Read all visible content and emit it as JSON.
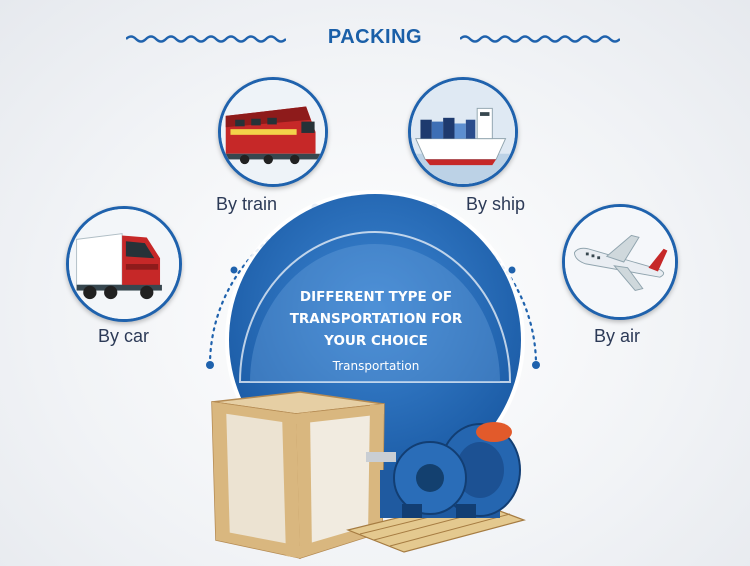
{
  "header": {
    "title": "PACKING"
  },
  "transport_modes": [
    {
      "label": "By train",
      "icon": "train-icon"
    },
    {
      "label": "By ship",
      "icon": "ship-icon"
    },
    {
      "label": "By car",
      "icon": "truck-icon"
    },
    {
      "label": "By air",
      "icon": "airplane-icon"
    }
  ],
  "center": {
    "heading_line1": "DIFFERENT TYPE OF",
    "heading_line2": "TRANSPORTATION FOR",
    "heading_line3": "YOUR CHOICE",
    "subtitle": "Transportation"
  },
  "colors": {
    "accent": "#1f62ad",
    "title": "#1a5fa8",
    "label": "#2c3a57"
  }
}
